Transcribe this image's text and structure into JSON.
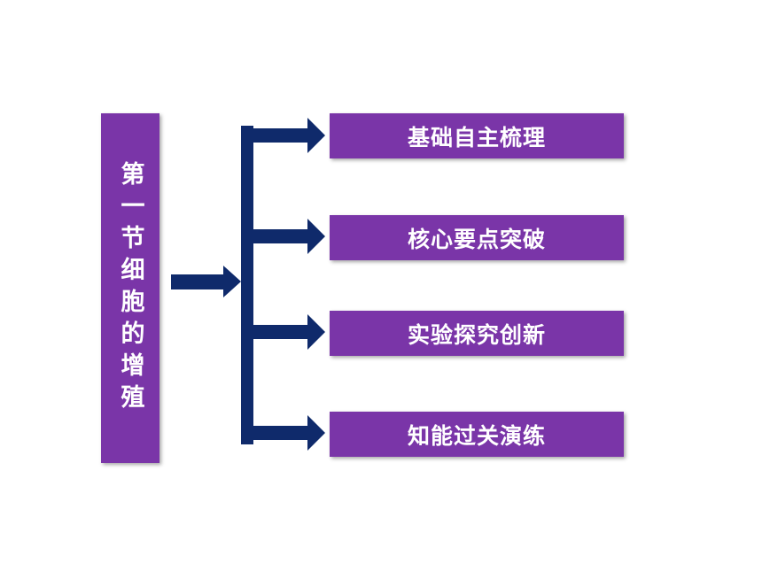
{
  "title": "第一节细胞的增殖",
  "items": [
    {
      "label": "基础自主梳理"
    },
    {
      "label": "核心要点突破"
    },
    {
      "label": "实验探究创新"
    },
    {
      "label": "知能过关演练"
    }
  ],
  "colors": {
    "box_fill": "#7a35a8",
    "arrow": "#0f2a6b",
    "text": "#ffffff"
  }
}
